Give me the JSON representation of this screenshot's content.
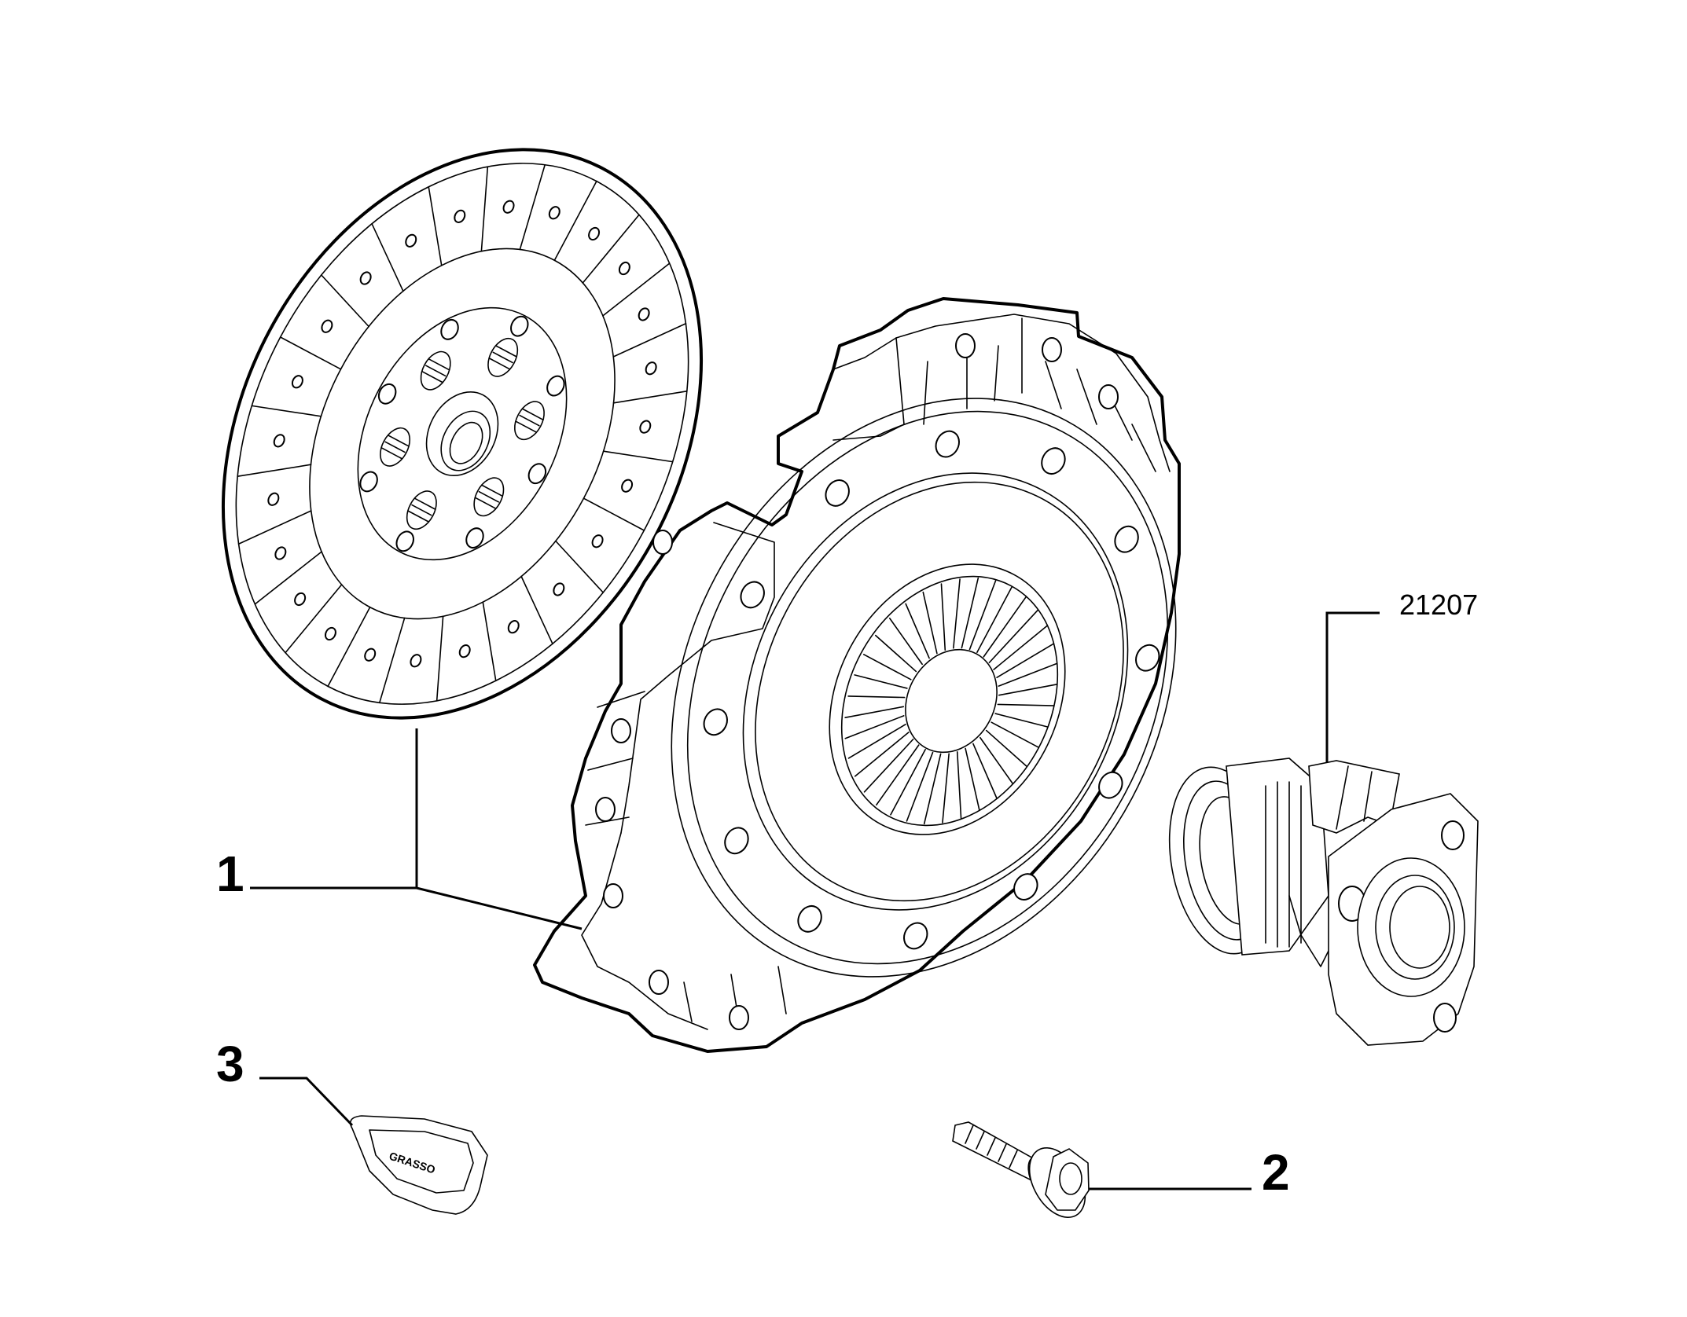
{
  "callouts": {
    "c1": "1",
    "c2": "2",
    "c3": "3",
    "ref": "21207"
  },
  "grease_label": "GRASSO",
  "colors": {
    "line": "#000000",
    "background": "#ffffff"
  }
}
